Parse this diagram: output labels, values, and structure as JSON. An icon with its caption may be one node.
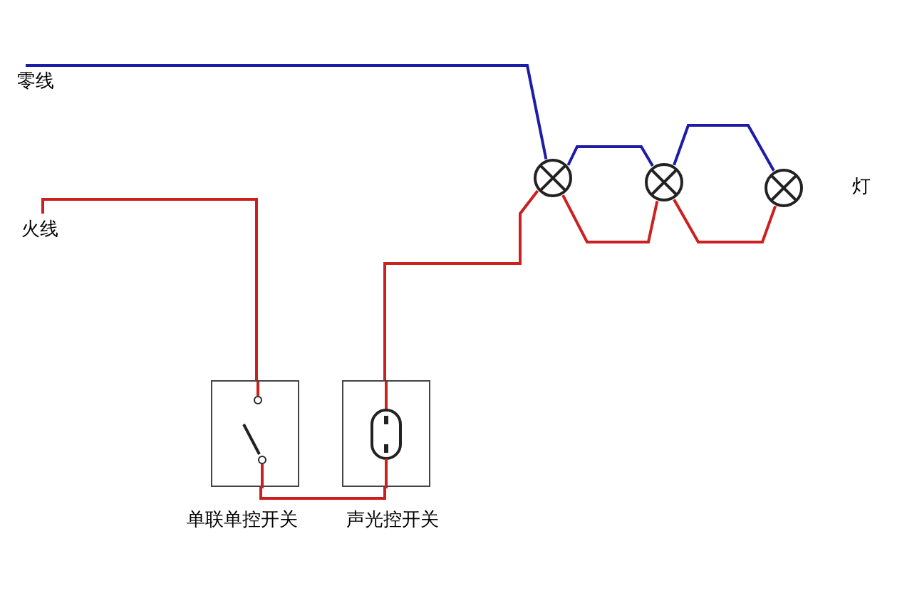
{
  "diagram": {
    "nodes": [
      {
        "text": [
          "零线"
        ]
      },
      {
        "text": [
          "火线"
        ]
      },
      {
        "text": [],
        "shape": "box",
        "beside": [
          "单联单控开关"
        ]
      },
      {
        "text": [],
        "shape": "box",
        "beside": [
          "声光控开关"
        ]
      },
      {
        "text": [],
        "shape": "circle"
      },
      {
        "text": [],
        "shape": "circle"
      },
      {
        "text": [],
        "shape": "circle"
      }
    ],
    "edges": [
      {
        "from": 0,
        "to": 4,
        "arrow": "none",
        "color": "#1c1ca8"
      },
      {
        "from": 4,
        "to": 5,
        "arrow": "none",
        "color": "#1c1ca8"
      },
      {
        "from": 5,
        "to": 6,
        "arrow": "none",
        "color": "#1c1ca8"
      },
      {
        "from": 1,
        "to": 2,
        "arrow": "none"
      },
      {
        "from": 2,
        "to": 3,
        "arrow": "none"
      },
      {
        "from": 3,
        "to": 4,
        "arrow": "none"
      },
      {
        "from": 4,
        "to": 5,
        "arrow": "none"
      },
      {
        "from": 5,
        "to": 6,
        "arrow": "none"
      }
    ],
    "labels": [
      "灯"
    ]
  }
}
